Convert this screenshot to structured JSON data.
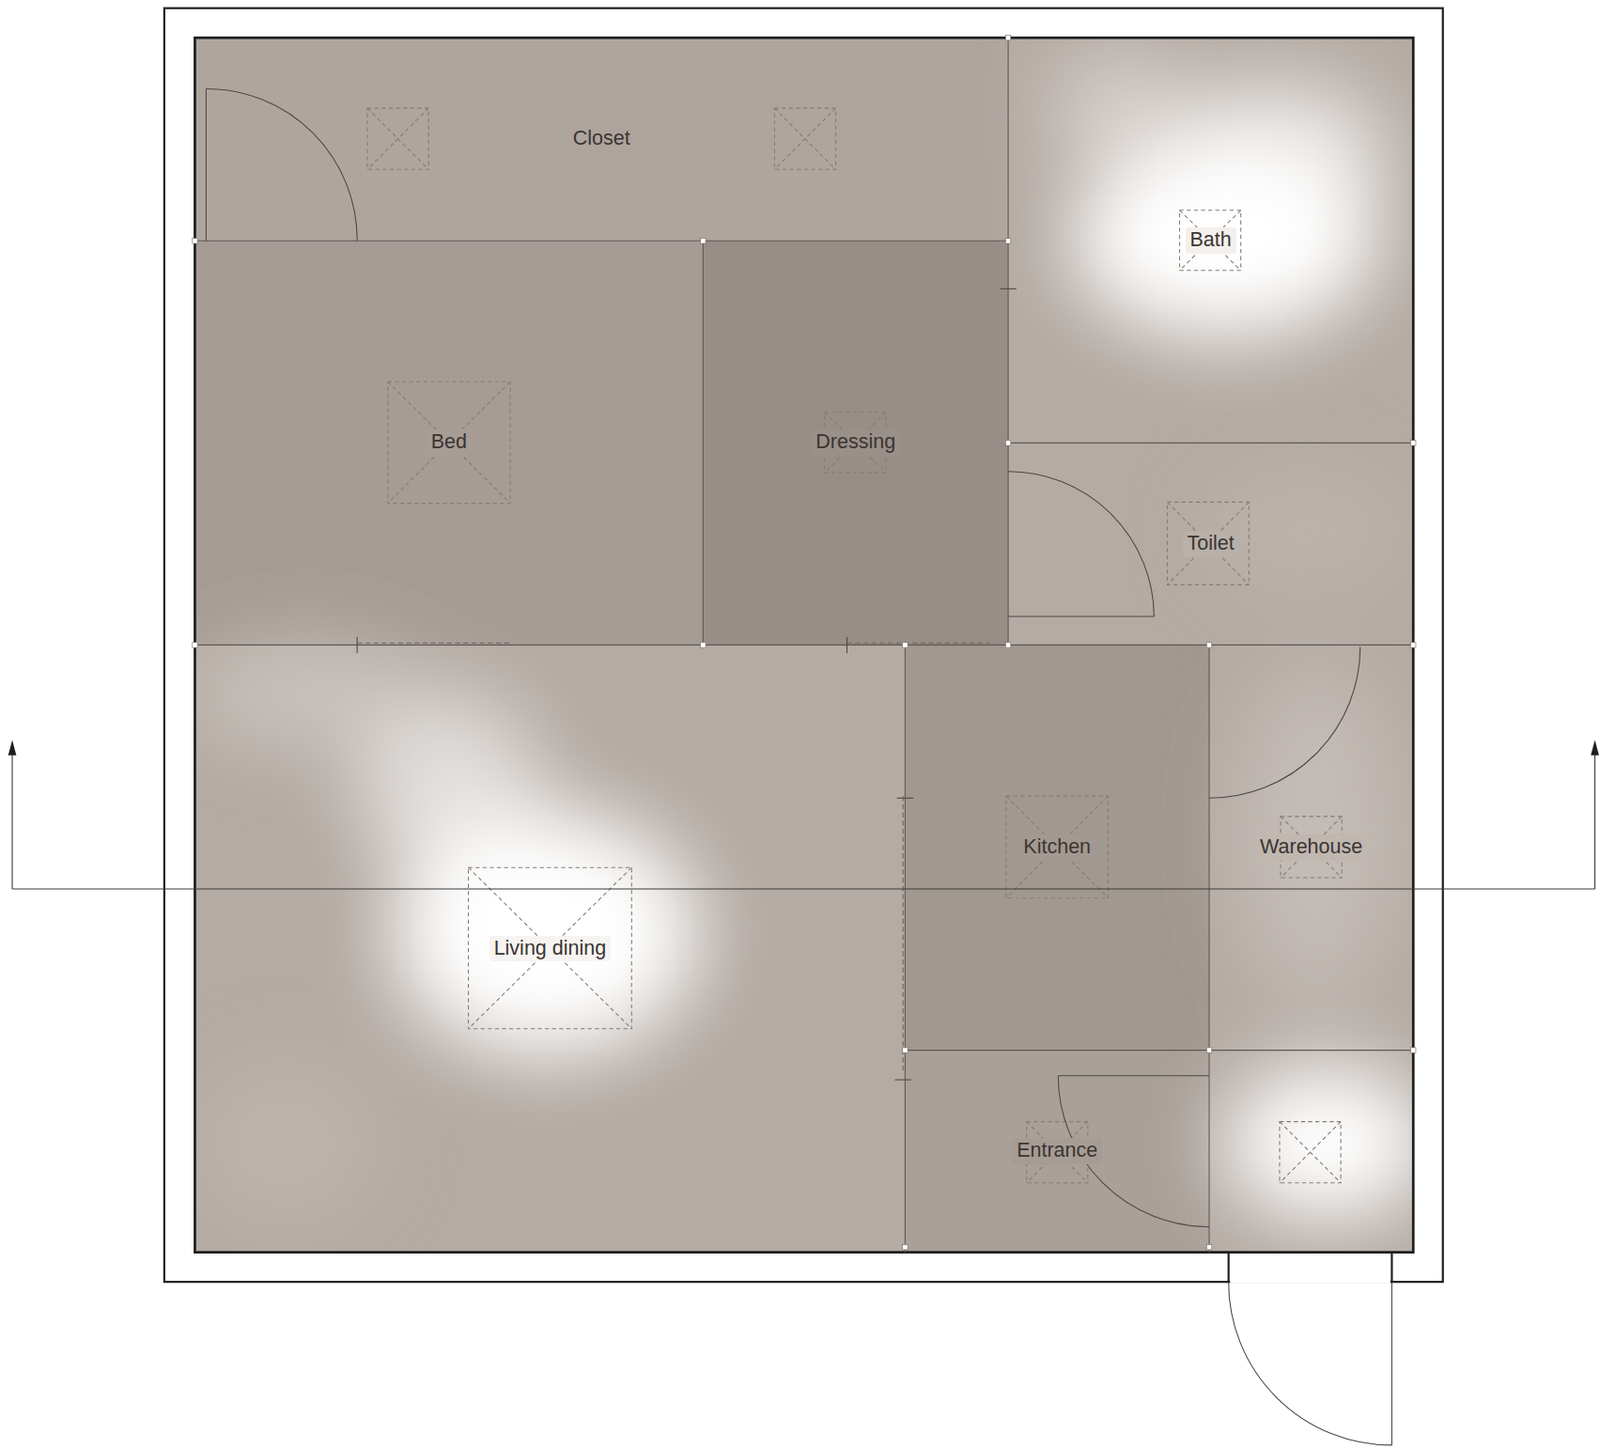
{
  "diagram": {
    "nodes": [
      {
        "text": [
          "Closet"
        ]
      },
      {
        "text": [
          "Bath"
        ]
      },
      {
        "text": [
          "Bed"
        ]
      },
      {
        "text": [
          "Dressing"
        ]
      },
      {
        "text": [
          "Toilet"
        ]
      },
      {
        "text": [
          "Kitchen"
        ]
      },
      {
        "text": [
          "Warehouse"
        ]
      },
      {
        "text": [
          "Living dining"
        ]
      },
      {
        "text": [
          "Entrance"
        ]
      }
    ]
  }
}
